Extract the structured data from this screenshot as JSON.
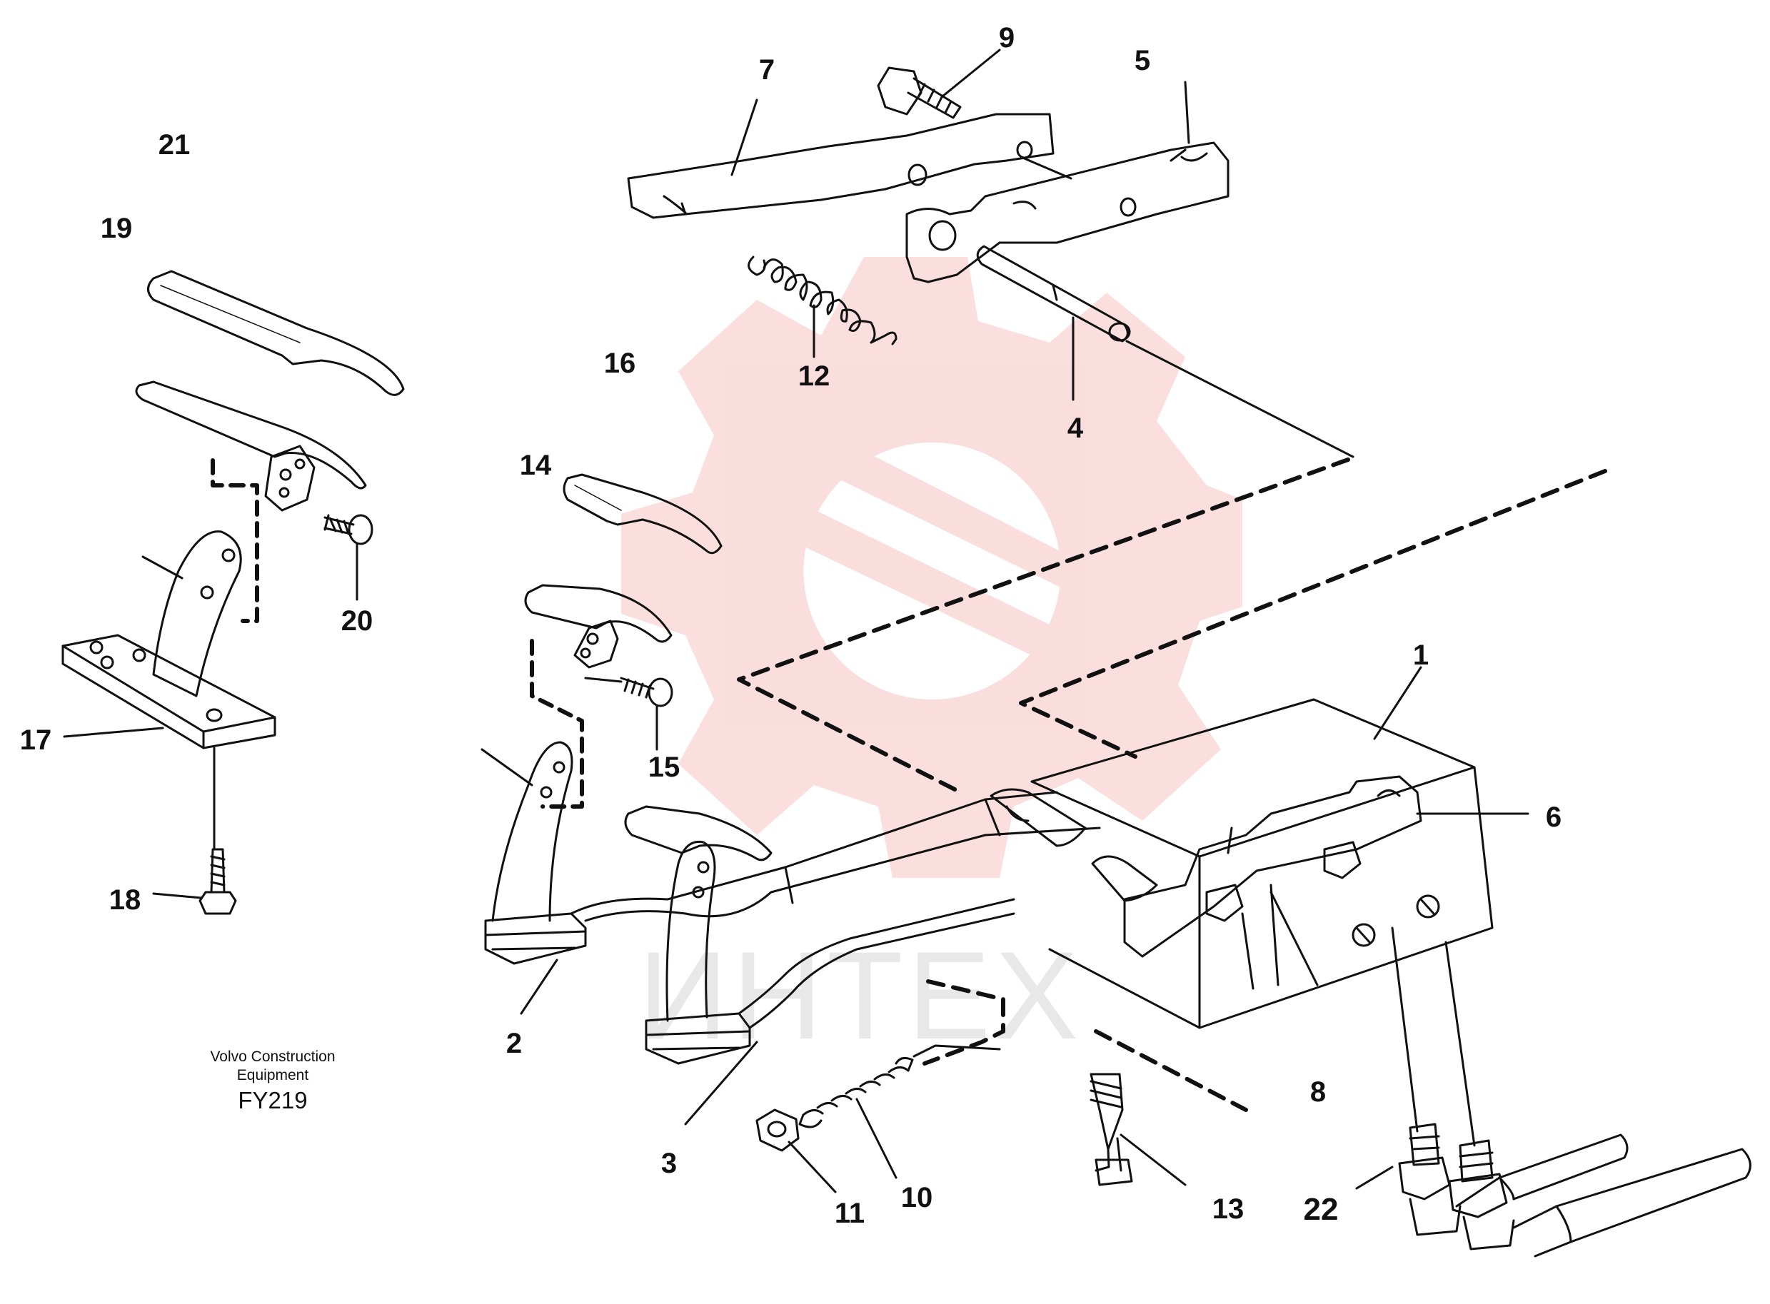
{
  "diagram": {
    "caption": {
      "line1": "Volvo Construction",
      "line2": "Equipment",
      "code": "FY219"
    },
    "watermark": {
      "text": "ИНТЕХ",
      "color": "#e0443e"
    },
    "callouts": {
      "n1": "1",
      "n2": "2",
      "n3": "3",
      "n4": "4",
      "n5": "5",
      "n6": "6",
      "n7": "7",
      "n8": "8",
      "n9": "9",
      "n10": "10",
      "n11": "11",
      "n12": "12",
      "n13": "13",
      "n14": "14",
      "n15": "15",
      "n16": "16",
      "n17": "17",
      "n18": "18",
      "n19": "19",
      "n20": "20",
      "n21": "21",
      "n22": "22"
    },
    "colors": {
      "line": "#111111",
      "paper": "#ffffff"
    }
  }
}
